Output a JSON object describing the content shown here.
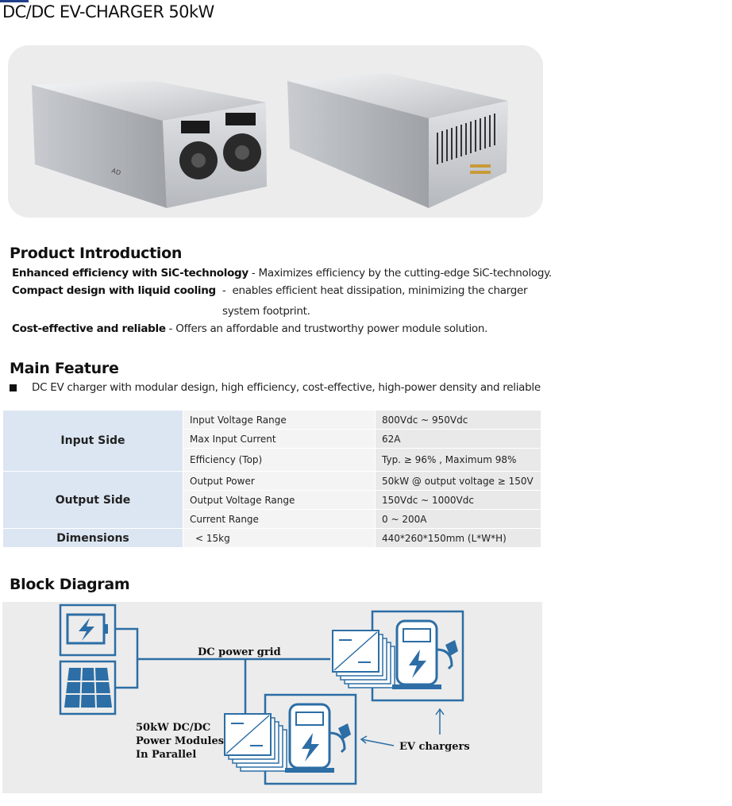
{
  "page": {
    "title": "DC/DC  EV-CHARGER 50kW"
  },
  "intro": {
    "heading": "Product Introduction",
    "items": [
      {
        "term": "Enhanced efficiency with SiC-technology",
        "sep": " - ",
        "desc": "Maximizes efficiency by the cutting-edge SiC-technology."
      },
      {
        "term": "Compact design with liquid cooling",
        "sep": "  -  ",
        "desc": "enables efficient heat dissipation, minimizing the charger",
        "desc_cont": "system footprint."
      },
      {
        "term": "Cost-effective and reliable",
        "sep": " - ",
        "desc": "Offers an affordable and trustworthy power module solution."
      }
    ]
  },
  "feature": {
    "heading": "Main Feature",
    "text": "DC EV charger with modular design, high efficiency, cost-effective, high-power density and reliable"
  },
  "spec": {
    "input_group": "Input Side",
    "output_group": "Output Side",
    "dimensions_group": "Dimensions",
    "rows": [
      {
        "label": "Input Voltage Range",
        "value": "800Vdc ~ 950Vdc"
      },
      {
        "label": "Max Input Current",
        "value": "62A"
      },
      {
        "label": "Efficiency (Top)",
        "value": "Typ. ≥ 96% , Maximum 98%"
      },
      {
        "label": "Output Power",
        "value": "50kW @ output voltage ≥ 150V"
      },
      {
        "label": "Output Voltage Range",
        "value": "150Vdc ~ 1000Vdc"
      },
      {
        "label": "Current Range",
        "value": "0 ~ 200A"
      },
      {
        "label": "< 15kg",
        "value": "440*260*150mm (L*W*H)"
      }
    ]
  },
  "diagram": {
    "heading": "Block Diagram",
    "grid_label": "DC power grid",
    "modules_label": [
      "50kW DC/DC",
      "Power Modules",
      "In Parallel"
    ],
    "chargers_label": "EV chargers"
  },
  "colors": {
    "diagram_blue": "#2c6ea5",
    "table_group_bg": "#dce6f2"
  }
}
